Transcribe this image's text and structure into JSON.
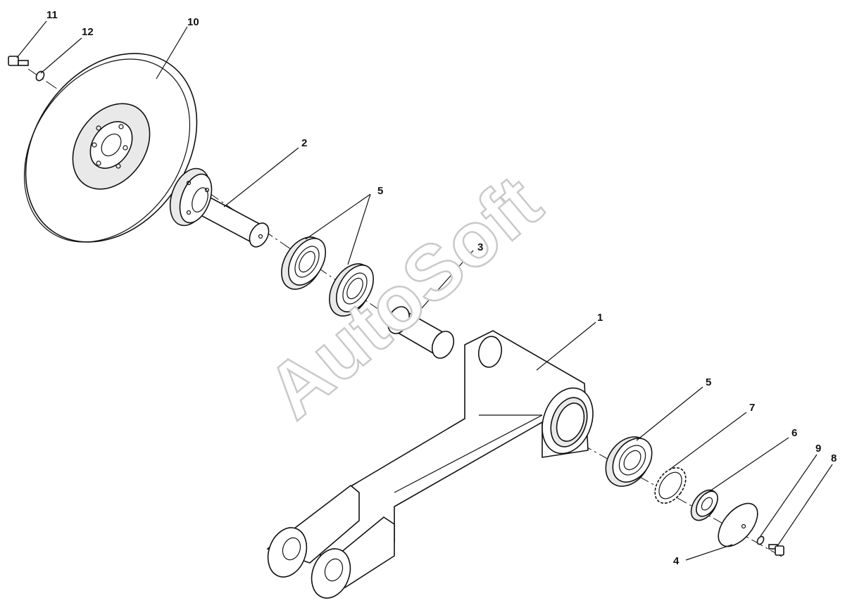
{
  "watermark": "AutoSoft",
  "callouts": {
    "c1": "1",
    "c2": "2",
    "c3": "3",
    "c4": "4",
    "c5a": "5",
    "c5b": "5",
    "c6": "6",
    "c7": "7",
    "c8": "8",
    "c9": "9",
    "c10": "10",
    "c11": "11",
    "c12": "12"
  },
  "icons": {
    "disc": "disc-icon",
    "hub": "hub-shaft-icon",
    "bearing": "bearing-icon",
    "bushing": "bushing-icon",
    "arm": "arm-icon",
    "lock_washer": "tab-washer-icon",
    "nut": "nut-icon",
    "cap": "cover-cap-icon",
    "bolt": "bolt-icon",
    "washer": "washer-icon"
  },
  "colors": {
    "line": "#111111",
    "watermark": "#c9c9c9",
    "background": "#ffffff"
  }
}
